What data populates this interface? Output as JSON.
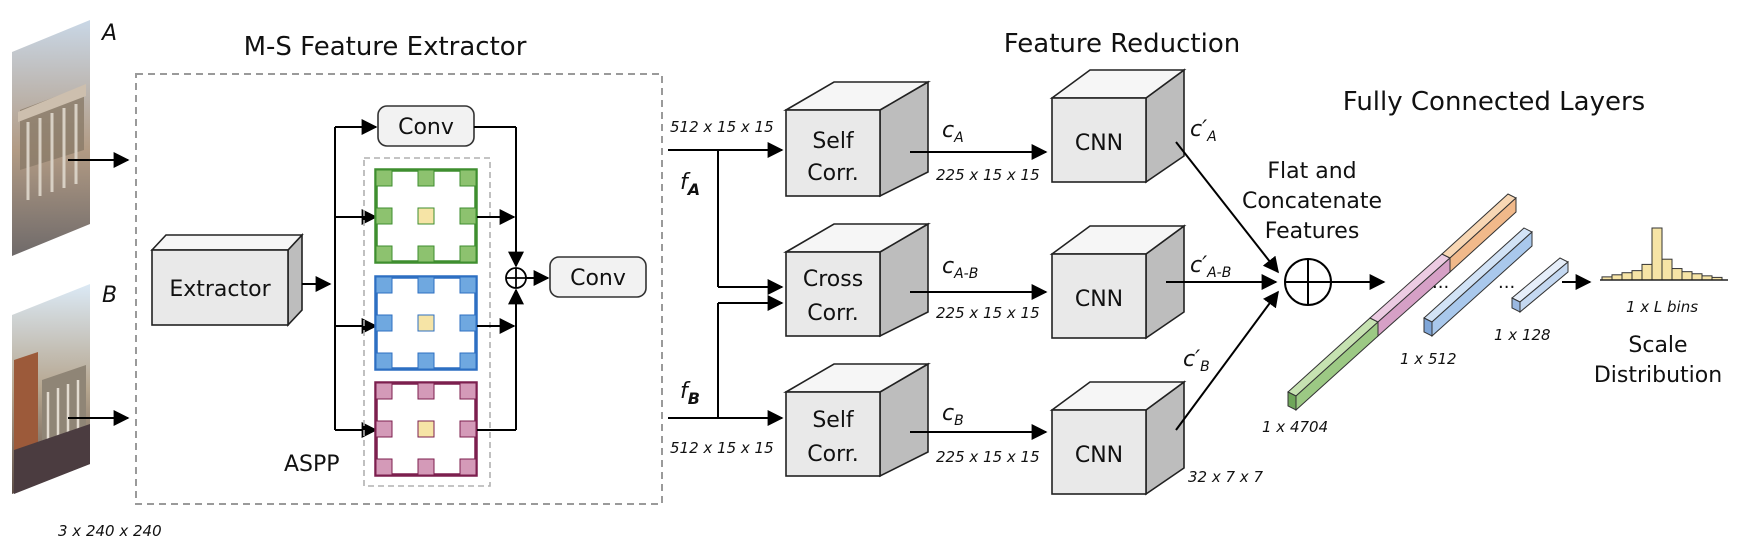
{
  "labels": {
    "image_a": "A",
    "image_b": "B",
    "input_size": "3 x 240 x 240",
    "ms_title": "M-S Feature Extractor",
    "extractor": "Extractor",
    "conv_top": "Conv",
    "conv_right": "Conv",
    "aspp": "ASPP",
    "feature_size_top": "512 x 15 x 15",
    "feature_size_bottom": "512 x 15 x 15",
    "f_a": "f",
    "f_a_sub": "A",
    "f_b": "f",
    "f_b_sub": "B",
    "fr_title": "Feature Reduction",
    "self_corr_top_1": "Self",
    "self_corr_top_2": "Corr.",
    "cross_corr_1": "Cross",
    "cross_corr_2": "Corr.",
    "self_corr_bottom_1": "Self",
    "self_corr_bottom_2": "Corr.",
    "c_a": "c",
    "c_a_sub": "A",
    "c_ab": "c",
    "c_ab_sub": "A-B",
    "c_b": "c",
    "c_b_sub": "B",
    "corr_size_1": "225 x 15 x 15",
    "corr_size_2": "225 x 15 x 15",
    "corr_size_3": "225 x 15 x 15",
    "cnn_1": "CNN",
    "cnn_2": "CNN",
    "cnn_3": "CNN",
    "cp_a": "c′",
    "cp_a_sub": "A",
    "cp_ab": "c′",
    "cp_ab_sub": "A-B",
    "cp_b": "c′",
    "cp_b_sub": "B",
    "cnn_out_size": "32 x 7 x 7",
    "flat_1": "Flat and",
    "flat_2": "Concatenate",
    "flat_3": "Features",
    "fc_title": "Fully Connected Layers",
    "fc_size_1": "1 x 4704",
    "fc_size_2": "1 x 512",
    "fc_size_3": "1 x 128",
    "ellipsis_1": "...",
    "ellipsis_2": "...",
    "bins": "1 x L bins",
    "scale_1": "Scale",
    "scale_2": "Distribution"
  },
  "histogram": [
    0.06,
    0.1,
    0.14,
    0.18,
    0.3,
    1.0,
    0.4,
    0.22,
    0.16,
    0.12,
    0.08,
    0.05
  ],
  "colors": {
    "green": "#3e8e2f",
    "green_fill": "#8dc26f",
    "blue": "#2d6fc2",
    "blue_fill": "#6fa8e0",
    "magenta": "#7c1f4e",
    "magenta_fill": "#d49ab8",
    "yellow": "#f6e4a6",
    "orange": "#f4c08e",
    "pink": "#d6a0c6",
    "light_green": "#b4d89c",
    "light_blue": "#a9c8ec"
  }
}
